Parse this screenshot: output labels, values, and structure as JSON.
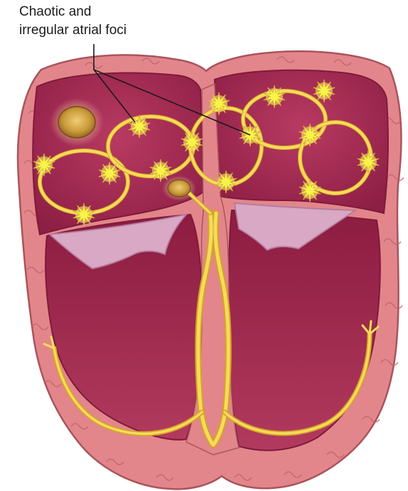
{
  "annotation": {
    "label_lines": [
      "Chaotic and",
      "irregular atrial foci"
    ]
  },
  "colors": {
    "outer_wall": "#e2868b",
    "outer_wall_dark": "#b0515a",
    "wall_texture": "#c96670",
    "chamber": "#a92f55",
    "chamber_dark": "#7f1a3b",
    "atrial_chamber": "#b2305a",
    "valve": "#d8a8c4",
    "valve_edge": "#b47a9c",
    "conduction": "#f3dc59",
    "conduction_edge": "#d8a12a",
    "focus_star": "#f7f34a",
    "node": "#c89a3a",
    "leader_line": "#1a1a1a"
  },
  "structures": {
    "sinoatrial_node": "sa-node",
    "atrioventricular_node": "av-node",
    "atrial_foci_count": 14,
    "conduction_pathway": "bundle-branches"
  }
}
